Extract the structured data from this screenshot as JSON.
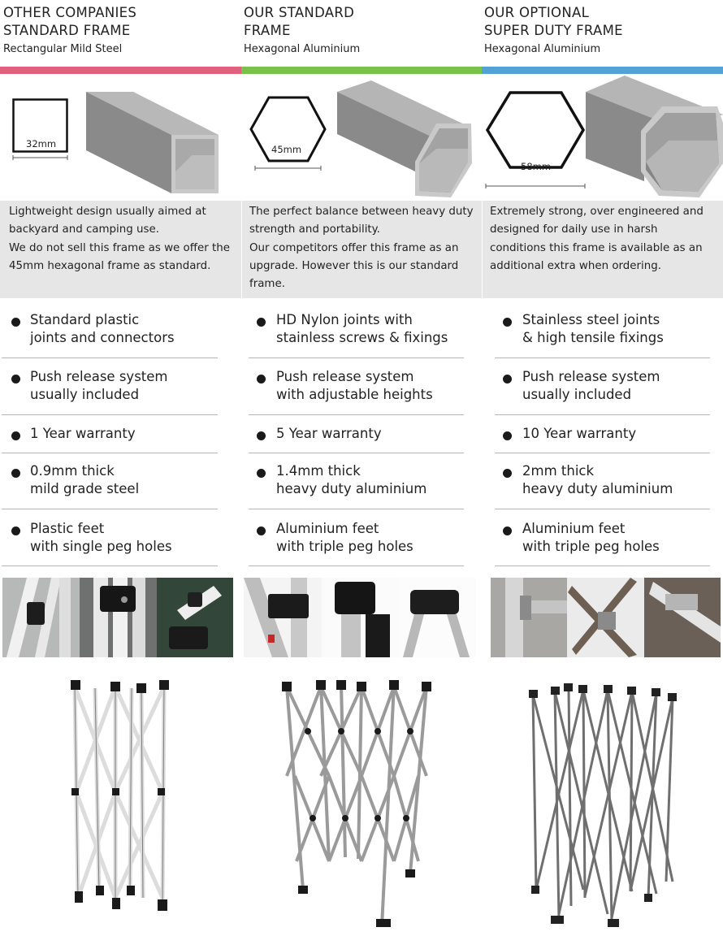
{
  "colors": {
    "pink": "#e0607e",
    "green": "#78c24b",
    "blue": "#52a2d6",
    "panel": "#e6e6e6"
  },
  "columns": [
    {
      "title": "OTHER COMPANIES\nSTANDARD FRAME",
      "subtitle": "Rectangular Mild Steel",
      "dimension": "32mm",
      "description": "Lightweight design usually aimed at backyard and camping use.\nWe do not sell this frame as we offer the 45mm hexagonal frame as standard.",
      "features": [
        "Standard plastic\njoints and connectors",
        "Push release system\nusually included",
        "1 Year warranty",
        "0.9mm thick\nmild grade steel",
        "Plastic feet\nwith single peg holes"
      ]
    },
    {
      "title": "OUR STANDARD\nFRAME",
      "subtitle": "Hexagonal Aluminium",
      "dimension": "45mm",
      "description": "The perfect balance between heavy duty strength and portability.\nOur competitors offer this frame as an upgrade. However this is our standard frame.",
      "features": [
        "HD Nylon joints with\nstainless screws & fixings",
        "Push release system\nwith adjustable heights",
        "5 Year warranty",
        "1.4mm thick\nheavy duty aluminium",
        "Aluminium feet\nwith triple peg holes"
      ]
    },
    {
      "title": "OUR OPTIONAL\nSUPER DUTY  FRAME",
      "subtitle": "Hexagonal Aluminium",
      "dimension": "58mm",
      "description": "Extremely strong, over engineered and designed for daily use in harsh conditions this frame is available as an additional extra when ordering.",
      "features": [
        "Stainless steel joints\n& high tensile fixings",
        "Push release system\nusually included",
        "10 Year warranty",
        "2mm thick\nheavy duty aluminium",
        "Aluminium feet\nwith triple peg holes"
      ]
    }
  ]
}
